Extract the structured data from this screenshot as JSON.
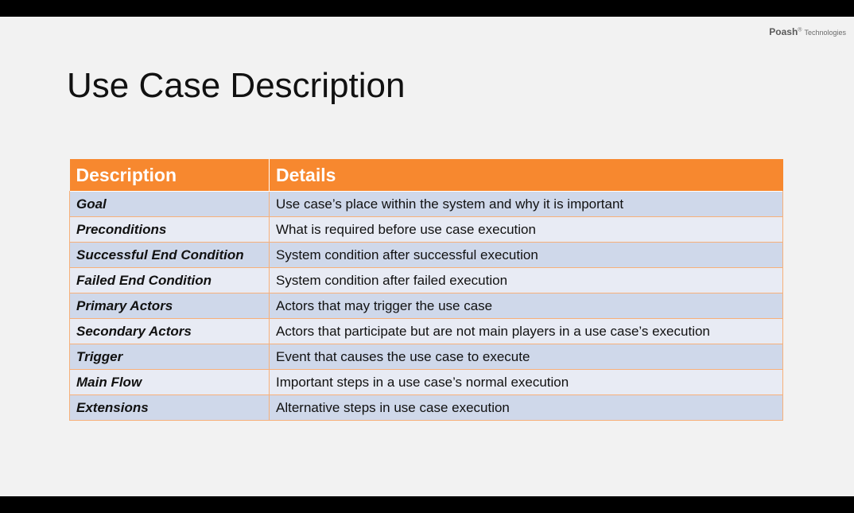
{
  "brand": {
    "name": "Poash",
    "mark": "®",
    "suffix": "Technologies"
  },
  "title": "Use Case Description",
  "table": {
    "headers": [
      "Description",
      "Details"
    ],
    "rows": [
      {
        "description": "Goal",
        "details": "Use case’s place within the system and why it is important"
      },
      {
        "description": "Preconditions",
        "details": "What is required before use case execution"
      },
      {
        "description": "Successful End Condition",
        "details": "System condition after successful execution"
      },
      {
        "description": "Failed End Condition",
        "details": "System condition after failed execution"
      },
      {
        "description": "Primary Actors",
        "details": "Actors that may trigger the use case"
      },
      {
        "description": "Secondary Actors",
        "details": "Actors that participate but are not main players in a use case’s execution"
      },
      {
        "description": "Trigger",
        "details": "Event that causes the use case to execute"
      },
      {
        "description": "Main Flow",
        "details": "Important steps in a use case’s normal execution"
      },
      {
        "description": "Extensions",
        "details": "Alternative steps in use case execution"
      }
    ]
  },
  "colors": {
    "header": "#f7882f",
    "row_odd": "#cfd8ea",
    "row_even": "#e8ebf4",
    "slide_bg": "#f2f2f2"
  }
}
